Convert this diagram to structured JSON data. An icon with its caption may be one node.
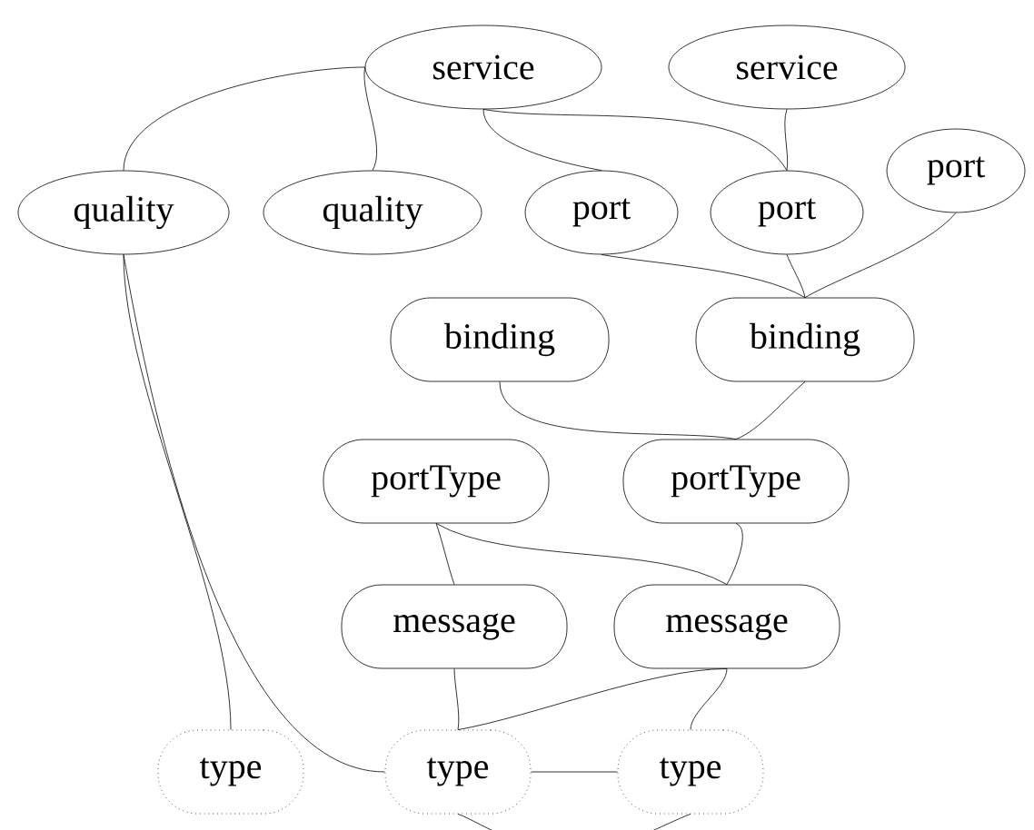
{
  "diagram": {
    "nodes": [
      {
        "text": [
          "service"
        ]
      },
      {
        "text": [
          "service"
        ]
      },
      {
        "text": [
          "quality"
        ]
      },
      {
        "text": [
          "quality"
        ]
      },
      {
        "text": [
          "port"
        ]
      },
      {
        "text": [
          "port"
        ]
      },
      {
        "text": [
          "port"
        ]
      },
      {
        "text": [
          "binding"
        ]
      },
      {
        "text": [
          "binding"
        ]
      },
      {
        "text": [
          "portType"
        ]
      },
      {
        "text": [
          "portType"
        ]
      },
      {
        "text": [
          "message"
        ]
      },
      {
        "text": [
          "message"
        ]
      },
      {
        "text": [
          "type"
        ]
      },
      {
        "text": [
          "type"
        ]
      },
      {
        "text": [
          "type"
        ]
      }
    ],
    "edges": [
      {
        "from": 0,
        "to": 2,
        "arrow": "none"
      },
      {
        "from": 0,
        "to": 3,
        "arrow": "none"
      },
      {
        "from": 0,
        "to": 4,
        "arrow": "none"
      },
      {
        "from": 0,
        "to": 5,
        "arrow": "none"
      },
      {
        "from": 1,
        "to": 5,
        "arrow": "none"
      },
      {
        "from": 4,
        "to": 8,
        "arrow": "none"
      },
      {
        "from": 5,
        "to": 8,
        "arrow": "none"
      },
      {
        "from": 6,
        "to": 8,
        "arrow": "none"
      },
      {
        "from": 7,
        "to": 10,
        "arrow": "none"
      },
      {
        "from": 8,
        "to": 10,
        "arrow": "none"
      },
      {
        "from": 9,
        "to": 11,
        "arrow": "none"
      },
      {
        "from": 9,
        "to": 12,
        "arrow": "none"
      },
      {
        "from": 10,
        "to": 12,
        "arrow": "none"
      },
      {
        "from": 2,
        "to": 13,
        "arrow": "none"
      },
      {
        "from": 2,
        "to": 14,
        "arrow": "none"
      },
      {
        "from": 11,
        "to": 14,
        "arrow": "none"
      },
      {
        "from": 12,
        "to": 14,
        "arrow": "none"
      },
      {
        "from": 12,
        "to": 15,
        "arrow": "none"
      },
      {
        "from": 14,
        "to": 15,
        "arrow": "none"
      },
      {
        "from": 14,
        "to": null,
        "arrow": "none"
      },
      {
        "from": 15,
        "to": null,
        "arrow": "none"
      }
    ]
  }
}
